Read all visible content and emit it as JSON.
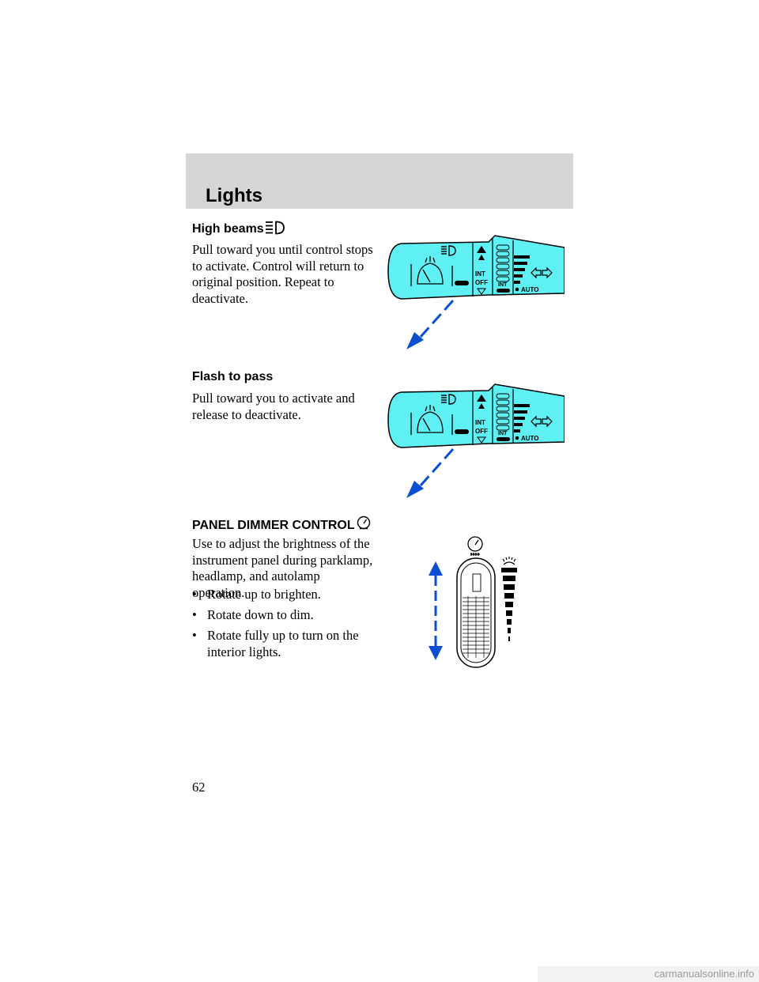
{
  "header": {
    "title": "Lights"
  },
  "sections": [
    {
      "heading": "High beams",
      "icon": "high-beam-icon",
      "body": "Pull toward you until control stops to activate. Control will return to original position. Repeat to deactivate."
    },
    {
      "heading": "Flash to pass",
      "body": "Pull toward you to activate and release to deactivate."
    },
    {
      "heading": "PANEL DIMMER CONTROL",
      "icon": "panel-dimmer-icon",
      "body": "Use to adjust the brightness of the instrument panel during parklamp, headlamp, and autolamp operation.",
      "bullets": [
        "Rotate up to brighten.",
        "Rotate down to dim.",
        "Rotate fully up to turn on the interior lights."
      ]
    }
  ],
  "stalk_labels": {
    "int": "INT",
    "off": "OFF",
    "int2": "INT",
    "auto": "AUTO"
  },
  "bullet_char": "•",
  "page_number": "62",
  "watermark": "carmanualsonline.info",
  "colors": {
    "stalk_fill": "#5ef0f3",
    "arrow": "#0a4fd1",
    "header_band": "#d5d5d5"
  }
}
